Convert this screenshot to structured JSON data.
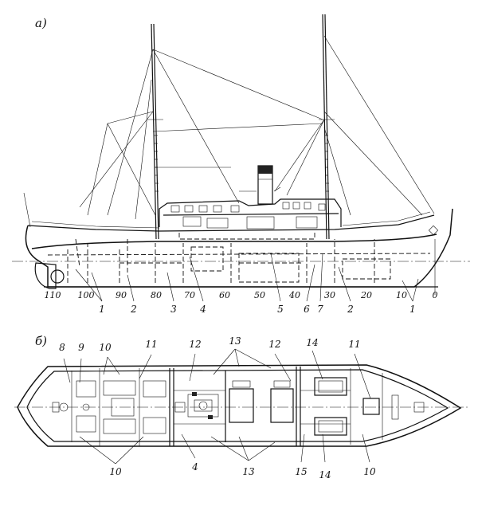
{
  "panels": {
    "profile_label": "а)",
    "plan_label": "б)"
  },
  "frames": [
    "110",
    "100",
    "90",
    "80",
    "70",
    "60",
    "50",
    "40",
    "30",
    "20",
    "10",
    "0"
  ],
  "profile_callouts": [
    "1",
    "2",
    "3",
    "4",
    "5",
    "6",
    "7",
    "2",
    "1"
  ],
  "plan_top_callouts": [
    "8",
    "9",
    "10",
    "11",
    "12",
    "13",
    "12",
    "14",
    "11"
  ],
  "plan_bottom_callouts": [
    "10",
    "4",
    "13",
    "15",
    "14",
    "10"
  ]
}
